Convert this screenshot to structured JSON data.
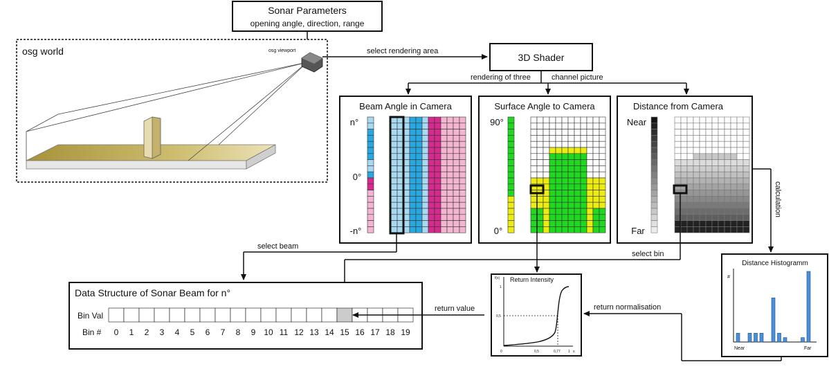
{
  "sonar_params": {
    "title": "Sonar Parameters",
    "subtitle": "opening angle, direction, range"
  },
  "osg_world": {
    "label": "osg world",
    "viewport_label": "osg viewport"
  },
  "shader": {
    "label": "3D Shader"
  },
  "edges": {
    "select_rendering_area": "select rendering area",
    "rendering_of_three": "rendering of three",
    "channel_picture": "channel picture",
    "select_beam": "select beam",
    "select_bin": "select bin",
    "calculation": "calculation",
    "return_value": "return value",
    "return_normalisation": "return normalisation"
  },
  "panels": {
    "beam_angle": {
      "title": "Beam Angle in Camera",
      "top": "n°",
      "mid": "0°",
      "bottom": "-n°"
    },
    "surface_angle": {
      "title": "Surface Angle to Camera",
      "top": "90°",
      "bottom": "0°"
    },
    "distance": {
      "title": "Distance from Camera",
      "top": "Near",
      "bottom": "Far"
    }
  },
  "data_structure": {
    "title": "Data Structure of Sonar Beam for n°",
    "row_label_val": "Bin Val",
    "row_label_num": "Bin #",
    "bins": [
      "0",
      "1",
      "2",
      "3",
      "4",
      "5",
      "6",
      "7",
      "8",
      "9",
      "10",
      "11",
      "12",
      "13",
      "14",
      "15",
      "16",
      "17",
      "18",
      "19"
    ],
    "highlighted_bin": 15
  },
  "return_intensity": {
    "title": "Return Intensity",
    "y_axis": "f(x)",
    "x_axis": "x",
    "ticks_x": [
      "0",
      "0,5",
      "0,77",
      "1"
    ],
    "ticks_y": [
      "0,5",
      "1"
    ]
  },
  "histogram": {
    "title": "Distance Histogramm",
    "y_axis": "#",
    "x_near": "Near",
    "x_far": "Far",
    "values": [
      2,
      0,
      2,
      2,
      2,
      0,
      10,
      2,
      1,
      0,
      0,
      1,
      16
    ]
  },
  "colors": {
    "blue_dark": "#29a7e0",
    "blue_light": "#a8d9f1",
    "magenta_dark": "#d62a8c",
    "magenta_light": "#f4b5d3",
    "green": "#1fd81f",
    "yellow": "#ecec10",
    "hist_bar": "#4a90d9",
    "ground": "#b9a64a",
    "highlight": "#cccccc"
  }
}
